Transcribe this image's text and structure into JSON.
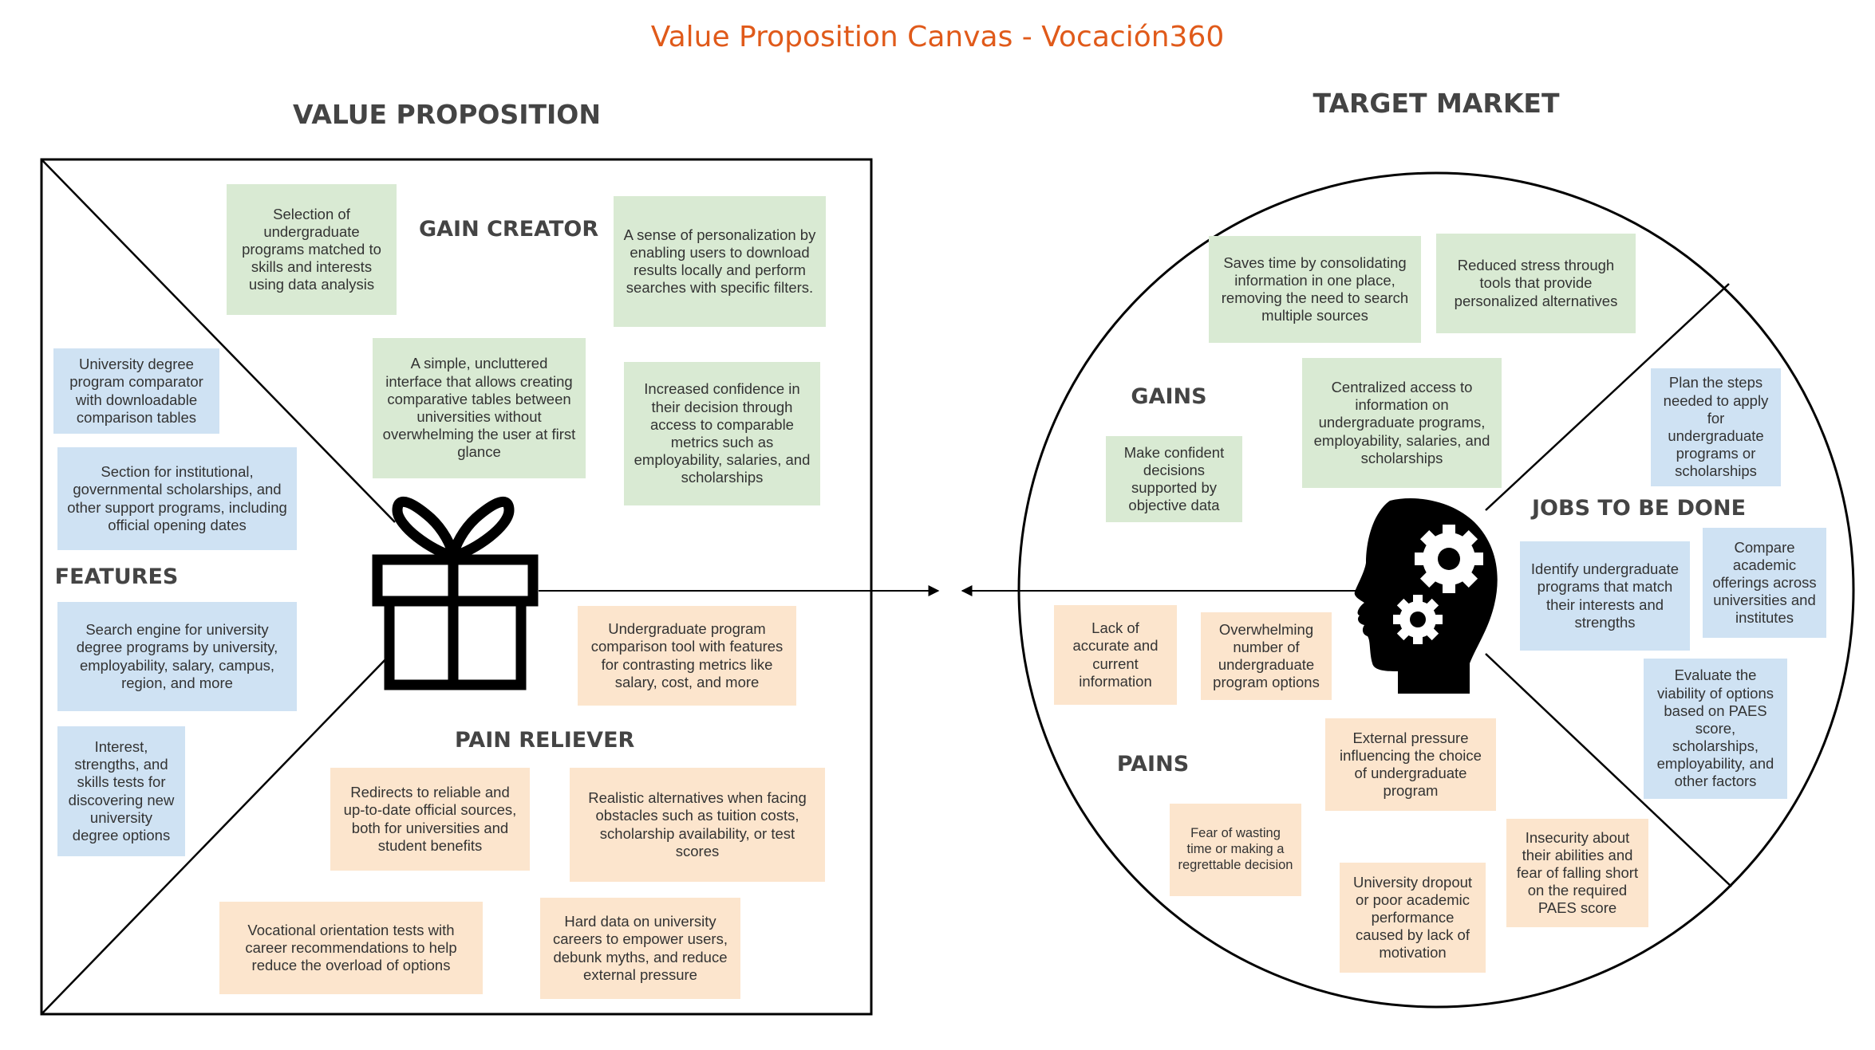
{
  "title": "Value Proposition Canvas - Vocación360",
  "colors": {
    "title": "#e05a1a",
    "heading": "#444444",
    "gain_note": "#d9ead3",
    "feature_note": "#cfe2f3",
    "pain_note": "#fce5cd",
    "lines": "#000000"
  },
  "value_proposition": {
    "heading": "VALUE PROPOSITION",
    "gain_creator": {
      "heading": "GAIN CREATOR",
      "notes": [
        "Selection of undergraduate programs matched to skills and interests using data analysis",
        "A sense of personalization by enabling users to download results locally and perform searches with specific filters.",
        "A simple, uncluttered interface that allows creating comparative tables between universities without overwhelming the user at first glance",
        "Increased confidence in their decision through access to comparable metrics such as employability, salaries, and scholarships"
      ]
    },
    "features": {
      "heading": "FEATURES",
      "notes": [
        "University degree program comparator with downloadable comparison tables",
        "Section for institutional, governmental scholarships, and other support programs, including official opening dates",
        "Search engine for university degree programs by university, employability, salary, campus, region, and more",
        "Interest, strengths, and skills tests for discovering new university degree options"
      ]
    },
    "pain_reliever": {
      "heading": "PAIN RELIEVER",
      "notes": [
        "Undergraduate program comparison tool with features for contrasting metrics like salary, cost, and more",
        "Redirects to reliable and up-to-date official sources, both for universities and student benefits",
        "Realistic alternatives when facing obstacles such as tuition costs, scholarship availability, or test scores",
        "Vocational orientation tests with career recommendations to help reduce the overload of options",
        "Hard data on university careers to empower users, debunk myths, and reduce external pressure"
      ]
    },
    "icon": "gift-icon"
  },
  "target_market": {
    "heading": "TARGET MARKET",
    "gains": {
      "heading": "GAINS",
      "notes": [
        "Saves time by consolidating information in one place, removing the need to search multiple sources",
        "Reduced stress through tools that provide personalized alternatives",
        "Centralized access to information on undergraduate programs, employability, salaries, and scholarships",
        "Make confident decisions supported by objective data"
      ]
    },
    "jobs_to_be_done": {
      "heading": "JOBS TO BE DONE",
      "notes": [
        "Plan the steps needed to apply for undergraduate programs or scholarships",
        "Identify undergraduate programs that match their interests and strengths",
        "Compare academic offerings across universities and institutes",
        "Evaluate the viability of options based on PAES score, scholarships, employability, and other factors"
      ]
    },
    "pains": {
      "heading": "PAINS",
      "notes": [
        "Lack of accurate and current information",
        "Overwhelming number of undergraduate program options",
        "External pressure influencing the choice of undergraduate program",
        "Fear of wasting time or making a regrettable decision",
        "University dropout or poor academic performance caused by lack of motivation",
        "Insecurity about their abilities and fear of falling short on the required PAES score"
      ]
    },
    "icon": "head-with-gears-icon"
  }
}
